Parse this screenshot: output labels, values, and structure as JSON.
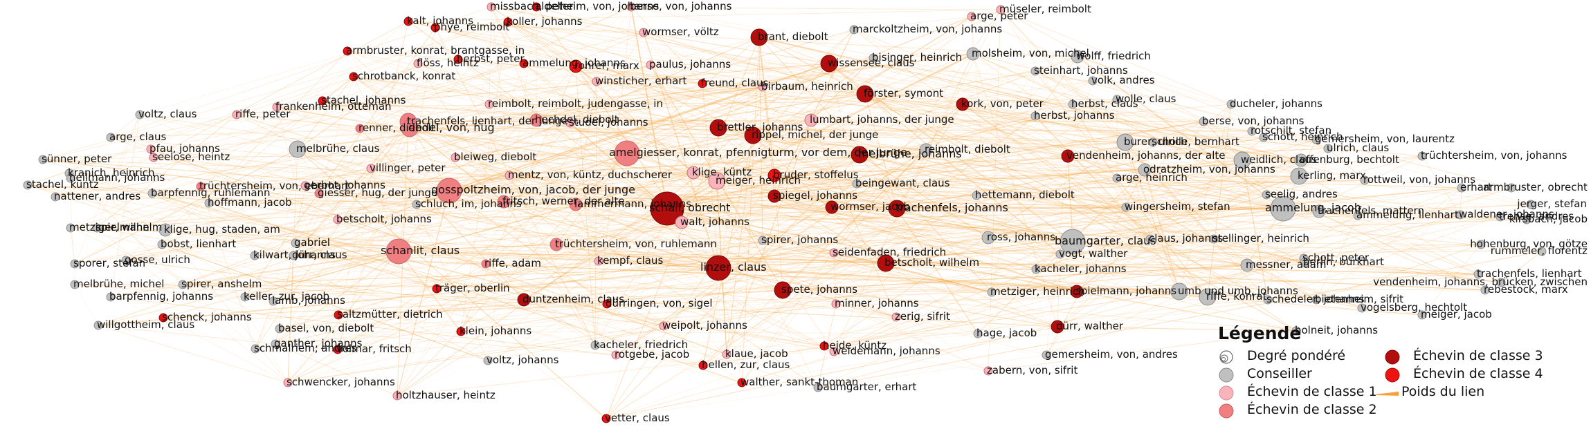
{
  "legend": {
    "title": "Légende",
    "items": [
      {
        "key": "degree",
        "label": "Degré pondéré"
      },
      {
        "key": "conseiller",
        "label": "Conseiller",
        "color": "#c0c0c0"
      },
      {
        "key": "classe1",
        "label": "Échevin de classe 1",
        "color": "#f8b3bb"
      },
      {
        "key": "classe2",
        "label": "Échevin de classe 2",
        "color": "#f07f82"
      },
      {
        "key": "classe3",
        "label": "Échevin de classe 3",
        "color": "#b30e0e"
      },
      {
        "key": "classe4",
        "label": "Échevin de classe 4",
        "color": "#ee1313"
      },
      {
        "key": "edge",
        "label": "Poids du lien",
        "color": "#f4a23c"
      }
    ]
  },
  "colors": {
    "c": "#c0c0c0",
    "1": "#f8b3bb",
    "2": "#f07f82",
    "3": "#b30e0e",
    "4": "#ee1313",
    "edge": "#f6a848"
  },
  "nodes": [
    {
      "n": "missbach, peter",
      "t": "1",
      "w": 1
    },
    {
      "n": "aldelheim, von, johanns",
      "t": "4",
      "w": 1
    },
    {
      "n": "berse, von, johanns",
      "t": "1",
      "w": 1
    },
    {
      "n": "kalt, johanns",
      "t": "4",
      "w": 1
    },
    {
      "n": "phye, reimbolt",
      "t": "4",
      "w": 1
    },
    {
      "n": "koller, johanns",
      "t": "4",
      "w": 1
    },
    {
      "n": "wormser, völtz",
      "t": "1",
      "w": 1
    },
    {
      "n": "arge, peter",
      "t": "1",
      "w": 1
    },
    {
      "n": "müseler, reimbolt",
      "t": "1",
      "w": 1
    },
    {
      "n": "marckoltzheim, von, johanns",
      "t": "c",
      "w": 1
    },
    {
      "n": "brant, diebolt",
      "t": "3",
      "w": 3
    },
    {
      "n": "armbruster, konrat, brantgasse, in",
      "t": "4",
      "w": 1
    },
    {
      "n": "herbst, peter",
      "t": "4",
      "w": 1
    },
    {
      "n": "flöss, heintz",
      "t": "1",
      "w": 1
    },
    {
      "n": "ammelung, johanns",
      "t": "4",
      "w": 1
    },
    {
      "n": "rohrer, marx",
      "t": "4",
      "w": 2
    },
    {
      "n": "paulus, johanns",
      "t": "1",
      "w": 1
    },
    {
      "n": "wissensee, claus",
      "t": "3",
      "w": 3
    },
    {
      "n": "bisinger, heinrich",
      "t": "c",
      "w": 1
    },
    {
      "n": "molsheim, von, michel",
      "t": "c",
      "w": 2
    },
    {
      "n": "wolff, friedrich",
      "t": "c",
      "w": 2
    },
    {
      "n": "schrotbanck, konrat",
      "t": "4",
      "w": 1
    },
    {
      "n": "winsticher, erhart",
      "t": "1",
      "w": 1
    },
    {
      "n": "freund, claus",
      "t": "4",
      "w": 1
    },
    {
      "n": "birbaum, heinrich",
      "t": "1",
      "w": 1
    },
    {
      "n": "förster, symont",
      "t": "3",
      "w": 3
    },
    {
      "n": "steinhart, johanns",
      "t": "c",
      "w": 1
    },
    {
      "n": "volk, andres",
      "t": "c",
      "w": 1
    },
    {
      "n": "frankenheim, otteman",
      "t": "1",
      "w": 1
    },
    {
      "n": "riffe, peter",
      "t": "1",
      "w": 1
    },
    {
      "n": "stachel, johanns",
      "t": "4",
      "w": 1
    },
    {
      "n": "reimbolt, reimbolt, judengasse, in",
      "t": "1",
      "w": 1
    },
    {
      "n": "hechdel, diebolt",
      "t": "2",
      "w": 2
    },
    {
      "n": "kork, von, peter",
      "t": "3",
      "w": 2
    },
    {
      "n": "herbst, claus",
      "t": "c",
      "w": 1
    },
    {
      "n": "wolle, claus",
      "t": "c",
      "w": 1
    },
    {
      "n": "ducheler, johanns",
      "t": "c",
      "w": 1
    },
    {
      "n": "voltz, claus",
      "t": "c",
      "w": 1
    },
    {
      "n": "trachenfels, lienhart, der junge",
      "t": "2",
      "w": 3
    },
    {
      "n": "studel, johanns",
      "t": "1",
      "w": 1
    },
    {
      "n": "lumbart, johanns, der junge",
      "t": "1",
      "w": 2
    },
    {
      "n": "herbst, johanns",
      "t": "c",
      "w": 1
    },
    {
      "n": "berse, von, johanns",
      "t": "c",
      "w": 1
    },
    {
      "n": "rotschilt, stefan",
      "t": "c",
      "w": 1
    },
    {
      "n": "arge, claus",
      "t": "c",
      "w": 1
    },
    {
      "n": "renner, diebolt",
      "t": "2",
      "w": 1
    },
    {
      "n": "dedel, von, hug",
      "t": "2",
      "w": 3
    },
    {
      "n": "brettler, johanns",
      "t": "3",
      "w": 3
    },
    {
      "n": "rippel, michel, der junge",
      "t": "3",
      "w": 3
    },
    {
      "n": "burer, ulrich",
      "t": "c",
      "w": 3
    },
    {
      "n": "scholle, bernhart",
      "t": "c",
      "w": 1
    },
    {
      "n": "gemersheim, von, laurentz",
      "t": "c",
      "w": 1
    },
    {
      "n": "schott, heinrich",
      "t": "c",
      "w": 1
    },
    {
      "n": "ulrich, claus",
      "t": "c",
      "w": 1
    },
    {
      "n": "pfau, johanns",
      "t": "1",
      "w": 1
    },
    {
      "n": "melbrühe, claus",
      "t": "c",
      "w": 3
    },
    {
      "n": "seelose, heintz",
      "t": "1",
      "w": 1
    },
    {
      "n": "bleiweg, diebolt",
      "t": "1",
      "w": 1
    },
    {
      "n": "amelgiesser, konrat, pfennigturm, vor dem, der junge",
      "t": "2",
      "w": 4
    },
    {
      "n": "melbrühe, johanns",
      "t": "3",
      "w": 3
    },
    {
      "n": "reimbolt, diebolt",
      "t": "c",
      "w": 2
    },
    {
      "n": "vendenheim, johanns, der alte",
      "t": "3",
      "w": 2
    },
    {
      "n": "weidlich, claus",
      "t": "c",
      "w": 3
    },
    {
      "n": "offenburg, bechtolt",
      "t": "c",
      "w": 2
    },
    {
      "n": "trüchtersheim, von, johanns",
      "t": "c",
      "w": 1
    },
    {
      "n": "sünner, peter",
      "t": "c",
      "w": 1
    },
    {
      "n": "kranich, heinrich",
      "t": "c",
      "w": 1
    },
    {
      "n": "villinger, peter",
      "t": "1",
      "w": 1
    },
    {
      "n": "mentz, von, küntz, duchscherer",
      "t": "1",
      "w": 1
    },
    {
      "n": "klige, küntz",
      "t": "1",
      "w": 2
    },
    {
      "n": "meiger, heinrich",
      "t": "1",
      "w": 3
    },
    {
      "n": "bruder, stoffelus",
      "t": "4",
      "w": 2
    },
    {
      "n": "beingewant, claus",
      "t": "c",
      "w": 1
    },
    {
      "n": "arge, heinrich",
      "t": "c",
      "w": 1
    },
    {
      "n": "odratzheim, von, johanns",
      "t": "c",
      "w": 2
    },
    {
      "n": "kerling, marx",
      "t": "c",
      "w": 3
    },
    {
      "n": "rottweil, von, johanns",
      "t": "c",
      "w": 1
    },
    {
      "n": "erhart",
      "t": "c",
      "w": 1
    },
    {
      "n": "armbruster, obrecht",
      "t": "c",
      "w": 1
    },
    {
      "n": "jerger, stefan",
      "t": "c",
      "w": 1
    },
    {
      "n": "stachel, küntz",
      "t": "c",
      "w": 1
    },
    {
      "n": "heilmann, johanns",
      "t": "c",
      "w": 1
    },
    {
      "n": "trüchtersheim, von, eberhart",
      "t": "2",
      "w": 1
    },
    {
      "n": "gerbot, johanns",
      "t": "1",
      "w": 1
    },
    {
      "n": "giesser, hug, der junge",
      "t": "2",
      "w": 1
    },
    {
      "n": "barpfennig, ruhlemann",
      "t": "c",
      "w": 1
    },
    {
      "n": "hoffmann, jacob",
      "t": "c",
      "w": 1
    },
    {
      "n": "gosspoltzheim, von, jacob, der junge",
      "t": "2",
      "w": 4
    },
    {
      "n": "fritsch, werner, der alte",
      "t": "2",
      "w": 2
    },
    {
      "n": "lammermann, johanns",
      "t": "2",
      "w": 2
    },
    {
      "n": "schall, obrecht",
      "t": "3",
      "w": 5
    },
    {
      "n": "spiegel, johanns",
      "t": "3",
      "w": 2
    },
    {
      "n": "wormser, jacob",
      "t": "3",
      "w": 2
    },
    {
      "n": "trachenfels, johanns",
      "t": "3",
      "w": 3
    },
    {
      "n": "hettemann, diebolt",
      "t": "c",
      "w": 1
    },
    {
      "n": "wingersheim, stefan",
      "t": "c",
      "w": 1
    },
    {
      "n": "seelig, andres",
      "t": "c",
      "w": 1
    },
    {
      "n": "trachenfels, mattern",
      "t": "c",
      "w": 2
    },
    {
      "n": "ammelung, jacob",
      "t": "c",
      "w": 4
    },
    {
      "n": "ammelung, lienhart",
      "t": "c",
      "w": 1
    },
    {
      "n": "waldener, johanns",
      "t": "c",
      "w": 1
    },
    {
      "n": "trense, andres",
      "t": "c",
      "w": 1
    },
    {
      "n": "kirsbach, jacob",
      "t": "c",
      "w": 1
    },
    {
      "n": "nattener, andres",
      "t": "c",
      "w": 1
    },
    {
      "n": "metziger, wilhelm",
      "t": "c",
      "w": 1
    },
    {
      "n": "spielmann",
      "t": "c",
      "w": 1
    },
    {
      "n": "betscholt, johanns",
      "t": "1",
      "w": 1
    },
    {
      "n": "walt, johanns",
      "t": "1",
      "w": 2
    },
    {
      "n": "klige, hug, staden, am",
      "t": "c",
      "w": 2
    },
    {
      "n": "bobst, lienhart",
      "t": "c",
      "w": 1
    },
    {
      "n": "gabriel",
      "t": "c",
      "w": 1
    },
    {
      "n": "schanlit, claus",
      "t": "2",
      "w": 4
    },
    {
      "n": "trüchtersheim, von, ruhlemann",
      "t": "2",
      "w": 2
    },
    {
      "n": "spirer, johanns",
      "t": "c",
      "w": 1
    },
    {
      "n": "ross, johanns",
      "t": "c",
      "w": 2
    },
    {
      "n": "baumgarter, claus",
      "t": "c",
      "w": 4
    },
    {
      "n": "claus, johanns",
      "t": "c",
      "w": 1
    },
    {
      "n": "stellinger, heinrich",
      "t": "c",
      "w": 1
    },
    {
      "n": "hohenburg, von, götze",
      "t": "c",
      "w": 1
    },
    {
      "n": "rummeler, florentz",
      "t": "c",
      "w": 1
    },
    {
      "n": "seidenfaden, friedrich",
      "t": "1",
      "w": 1
    },
    {
      "n": "betscholt, wilhelm",
      "t": "3",
      "w": 3
    },
    {
      "n": "vogt, walther",
      "t": "c",
      "w": 1
    },
    {
      "n": "kilwart, johanns",
      "t": "c",
      "w": 1
    },
    {
      "n": "dürr, claus",
      "t": "c",
      "w": 1
    },
    {
      "n": "riffe, adam",
      "t": "2",
      "w": 1
    },
    {
      "n": "kempf, claus",
      "t": "1",
      "w": 1
    },
    {
      "n": "linzer, claus",
      "t": "3",
      "w": 4
    },
    {
      "n": "sporer, stefan",
      "t": "c",
      "w": 1
    },
    {
      "n": "gosse, ulrich",
      "t": "c",
      "w": 1
    },
    {
      "n": "kacheler, johanns",
      "t": "c",
      "w": 1
    },
    {
      "n": "messner, adam",
      "t": "c",
      "w": 2
    },
    {
      "n": "schott, peter",
      "t": "c",
      "w": 1
    },
    {
      "n": "berlin, burkhart",
      "t": "c",
      "w": 1
    },
    {
      "n": "trachenfels, lienhart",
      "t": "c",
      "w": 1
    },
    {
      "n": "vendenheim, johanns, brücken, zwischen",
      "t": "c",
      "w": 1
    },
    {
      "n": "rebestock, marx",
      "t": "c",
      "w": 1
    },
    {
      "n": "melbrühe, michel",
      "t": "c",
      "w": 1
    },
    {
      "n": "spirer, anshelm",
      "t": "c",
      "w": 1
    },
    {
      "n": "barpfennig, johanns",
      "t": "c",
      "w": 1
    },
    {
      "n": "keller, zur, jacob",
      "t": "c",
      "w": 1
    },
    {
      "n": "träger, oberlin",
      "t": "4",
      "w": 1
    },
    {
      "n": "duntzenheim, claus",
      "t": "3",
      "w": 2
    },
    {
      "n": "spete, johanns",
      "t": "3",
      "w": 3
    },
    {
      "n": "metziger, heinrich",
      "t": "c",
      "w": 1
    },
    {
      "n": "spielmann, johanns",
      "t": "3",
      "w": 2
    },
    {
      "n": "umb und umb, johanns",
      "t": "c",
      "w": 3
    },
    {
      "n": "riffe, konrat",
      "t": "c",
      "w": 3
    },
    {
      "n": "schedeler, johanns",
      "t": "c",
      "w": 1
    },
    {
      "n": "bietenheim, sifrit",
      "t": "c",
      "w": 1
    },
    {
      "n": "vogelsberg, hechtolt",
      "t": "c",
      "w": 1
    },
    {
      "n": "meiger, jacob",
      "t": "c",
      "w": 1
    },
    {
      "n": "lamb, johanns",
      "t": "c",
      "w": 1
    },
    {
      "n": "dürringen, von, sigel",
      "t": "4",
      "w": 1
    },
    {
      "n": "minner, johanns",
      "t": "1",
      "w": 1
    },
    {
      "n": "saltzmütter, dietrich",
      "t": "4",
      "w": 1
    },
    {
      "n": "willgottheim, claus",
      "t": "c",
      "w": 1
    },
    {
      "n": "schenck, johanns",
      "t": "4",
      "w": 1
    },
    {
      "n": "basel, von, diebolt",
      "t": "c",
      "w": 1
    },
    {
      "n": "klein, johanns",
      "t": "4",
      "w": 1
    },
    {
      "n": "weipolt, johanns",
      "t": "1",
      "w": 1
    },
    {
      "n": "zerig, sifrit",
      "t": "1",
      "w": 1
    },
    {
      "n": "dürr, walther",
      "t": "3",
      "w": 2
    },
    {
      "n": "holneit, johanns",
      "t": "c",
      "w": 1
    },
    {
      "n": "ganther, johanns",
      "t": "c",
      "w": 1
    },
    {
      "n": "schmalriem, andres",
      "t": "c",
      "w": 1
    },
    {
      "n": "volmar, fritsch",
      "t": "4",
      "w": 1
    },
    {
      "n": "heide, küntz",
      "t": "4",
      "w": 1
    },
    {
      "n": "hage, jacob",
      "t": "c",
      "w": 1
    },
    {
      "n": "kacheler, friedrich",
      "t": "c",
      "w": 1
    },
    {
      "n": "rotgebe, jacob",
      "t": "1",
      "w": 1
    },
    {
      "n": "klaue, jacob",
      "t": "1",
      "w": 1
    },
    {
      "n": "weidemann, johanns",
      "t": "1",
      "w": 1
    },
    {
      "n": "gemersheim, von, andres",
      "t": "c",
      "w": 1
    },
    {
      "n": "voltz, johanns",
      "t": "c",
      "w": 1
    },
    {
      "n": "hellen, zur, claus",
      "t": "4",
      "w": 1
    },
    {
      "n": "zabern, von, sifrit",
      "t": "1",
      "w": 1
    },
    {
      "n": "schwencker, johanns",
      "t": "1",
      "w": 1
    },
    {
      "n": "walther, sankt-thoman",
      "t": "4",
      "w": 1
    },
    {
      "n": "baumgarter, erhart",
      "t": "c",
      "w": 1
    },
    {
      "n": "holtzhauser, heintz",
      "t": "1",
      "w": 1
    },
    {
      "n": "vetter, claus",
      "t": "4",
      "w": 1
    },
    {
      "n": "schluch, im, johanns",
      "t": "c",
      "w": 1
    }
  ]
}
